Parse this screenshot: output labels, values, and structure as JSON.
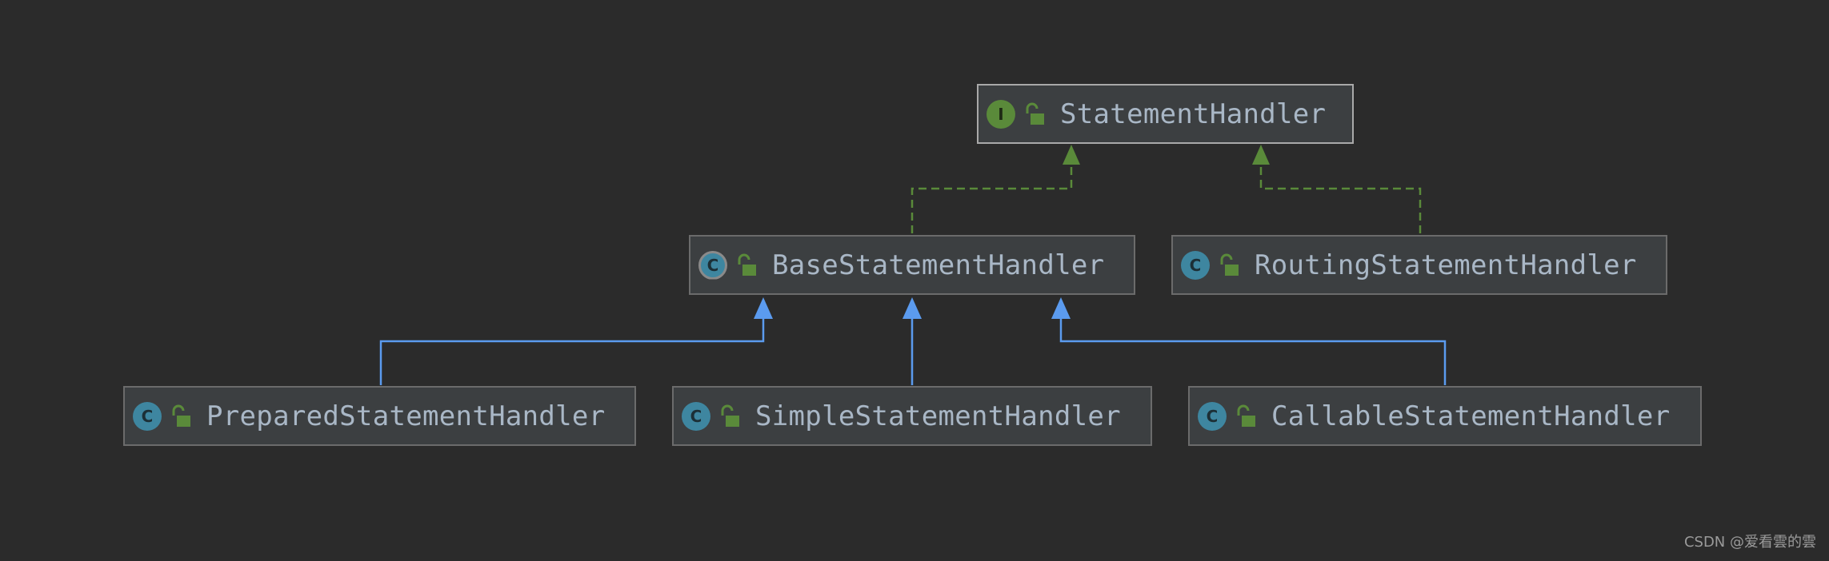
{
  "colors": {
    "background": "#2b2b2b",
    "node_fill": "#3c3f41",
    "implements_edge": "#5a8a3a",
    "extends_edge": "#5b9bef",
    "label": "#a9b7c6"
  },
  "nodes": {
    "statement_handler": {
      "kind": "interface",
      "badge": "I",
      "label": "StatementHandler"
    },
    "base_statement_handler": {
      "kind": "abstract-class",
      "badge": "C",
      "label": "BaseStatementHandler"
    },
    "routing_statement_handler": {
      "kind": "class",
      "badge": "C",
      "label": "RoutingStatementHandler"
    },
    "prepared_statement_handler": {
      "kind": "class",
      "badge": "C",
      "label": "PreparedStatementHandler"
    },
    "simple_statement_handler": {
      "kind": "class",
      "badge": "C",
      "label": "SimpleStatementHandler"
    },
    "callable_statement_handler": {
      "kind": "class",
      "badge": "C",
      "label": "CallableStatementHandler"
    }
  },
  "edges": [
    {
      "from": "BaseStatementHandler",
      "to": "StatementHandler",
      "type": "implements"
    },
    {
      "from": "RoutingStatementHandler",
      "to": "StatementHandler",
      "type": "implements"
    },
    {
      "from": "PreparedStatementHandler",
      "to": "BaseStatementHandler",
      "type": "extends"
    },
    {
      "from": "SimpleStatementHandler",
      "to": "BaseStatementHandler",
      "type": "extends"
    },
    {
      "from": "CallableStatementHandler",
      "to": "BaseStatementHandler",
      "type": "extends"
    }
  ],
  "watermark": "CSDN @爱看雲的雲"
}
